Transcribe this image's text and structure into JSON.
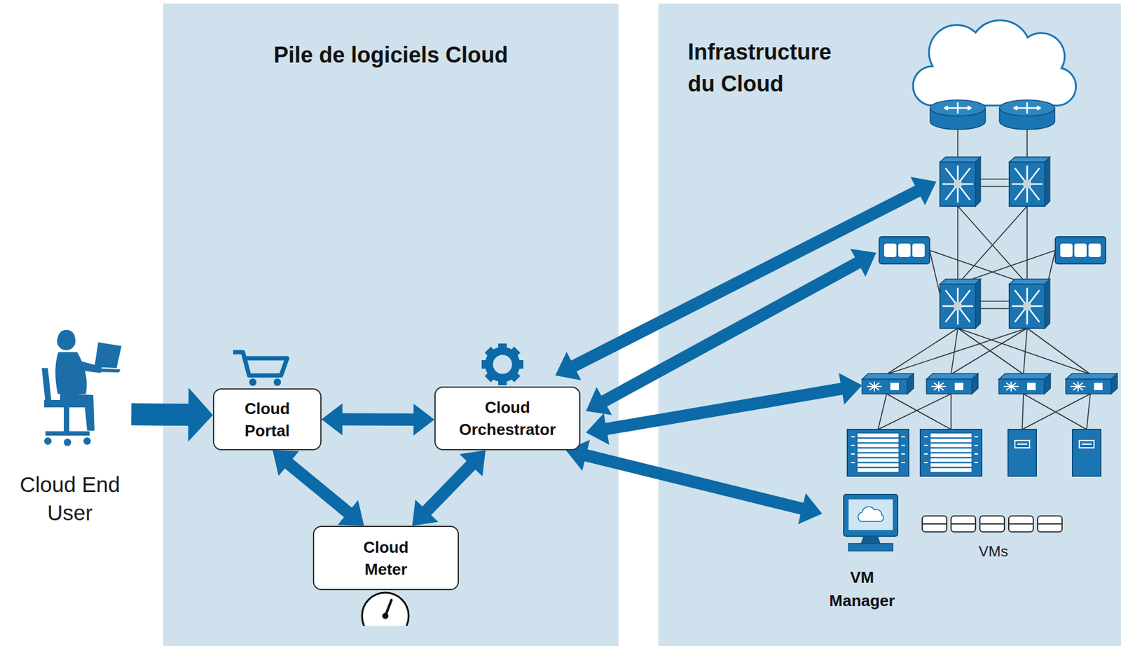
{
  "diagram": {
    "nodes": [
      {
        "text": [
          "Cloud End User"
        ]
      },
      {
        "text": [
          "Pile de logiciels Cloud"
        ]
      },
      {
        "text": [
          "Cloud Portal"
        ],
        "in": 1
      },
      {
        "text": [
          "Cloud Orchestrator"
        ],
        "in": 1
      },
      {
        "text": [
          "Cloud Meter"
        ],
        "in": 1
      },
      {
        "text": [
          "Infrastructure du Cloud"
        ]
      },
      {
        "text": [
          "VM Manager"
        ],
        "in": 5
      }
    ],
    "edges": [
      {
        "from": 0,
        "to": 2,
        "arrow": "to"
      },
      {
        "from": 2,
        "to": 3,
        "arrow": "both"
      },
      {
        "from": 2,
        "to": 4,
        "arrow": "both"
      },
      {
        "from": 3,
        "to": 4,
        "arrow": "both"
      },
      {
        "from": 3,
        "to": 6,
        "arrow": "both"
      }
    ],
    "labels": [
      "VMs"
    ]
  }
}
